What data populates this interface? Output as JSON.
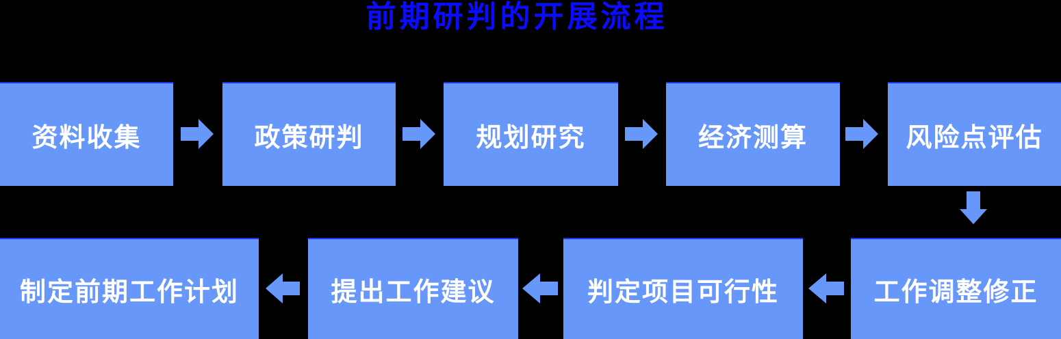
{
  "title": "前期研判的开展流程",
  "colors": {
    "background": "#000000",
    "title_text": "#0b0bff",
    "node_fill": "#6897fa",
    "node_text": "#ffffff",
    "node_top_edge": "#2333ee",
    "arrow_fill": "#6897fa"
  },
  "flow": {
    "top_row": [
      {
        "label": "资料收集"
      },
      {
        "label": "政策研判"
      },
      {
        "label": "规划研究"
      },
      {
        "label": "经济测算"
      },
      {
        "label": "风险点评估"
      }
    ],
    "bottom_row": [
      {
        "label": "工作调整修正"
      },
      {
        "label": "判定项目可行性"
      },
      {
        "label": "提出工作建议"
      },
      {
        "label": "制定前期工作计划"
      }
    ],
    "direction_top_row": "left-to-right",
    "direction_bottom_row": "right-to-left"
  },
  "icons": {
    "right_arrow": "block-arrow-right",
    "down_arrow": "block-arrow-down",
    "left_arrow": "block-arrow-left"
  }
}
